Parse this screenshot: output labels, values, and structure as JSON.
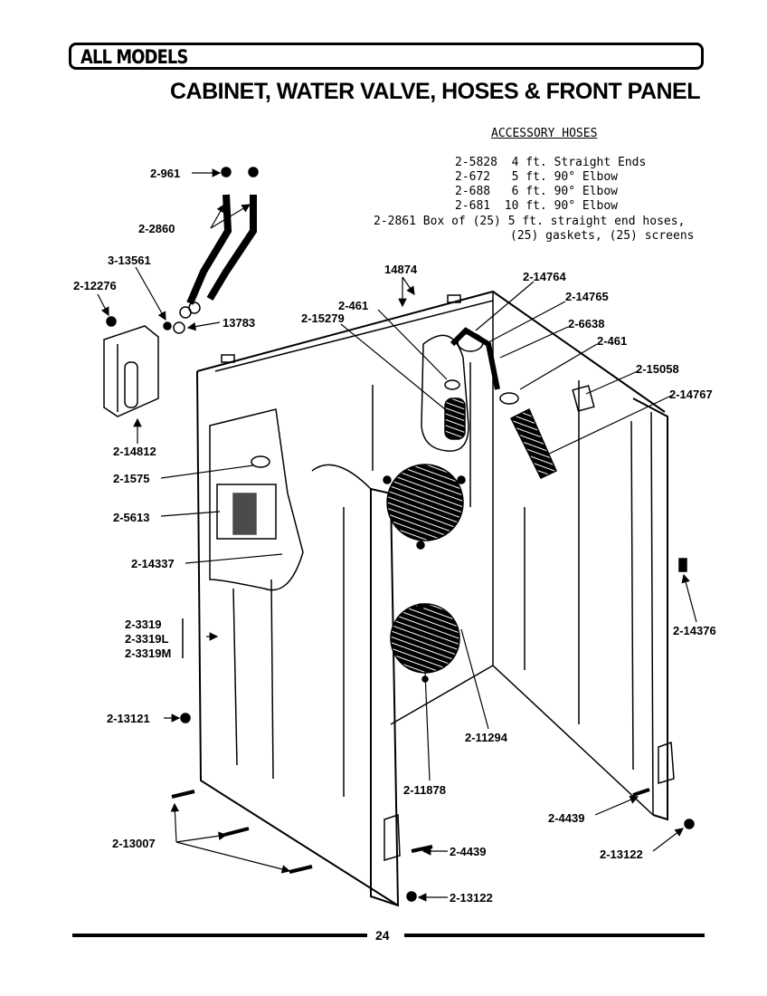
{
  "header": {
    "banner": "ALL MODELS",
    "title": "CABINET, WATER VALVE, HOSES & FRONT PANEL"
  },
  "accessory_hoses": {
    "title": "ACCESSORY HOSES",
    "lines": [
      "2-5828  4 ft. Straight Ends",
      "2-672   5 ft. 90° Elbow",
      "2-688   6 ft. 90° Elbow",
      "2-681  10 ft. 90° Elbow",
      "2-2861 Box of (25) 5 ft. straight end hoses,",
      "(25) gaskets, (25) screens"
    ]
  },
  "part_labels": [
    "2-961",
    "2-2860",
    "3-13561",
    "2-12276",
    "13783",
    "14874",
    "2-461",
    "2-15279",
    "2-14764",
    "2-14765",
    "2-6638",
    "2-461",
    "2-15058",
    "2-14767",
    "2-14812",
    "2-1575",
    "2-5613",
    "2-14337",
    "2-3319",
    "2-3319L",
    "2-3319M",
    "2-14376",
    "2-13121",
    "2-11294",
    "2-11878",
    "2-4439",
    "2-13007",
    "2-4439",
    "2-13122",
    "2-13122"
  ],
  "footer": {
    "page_number": "24"
  }
}
